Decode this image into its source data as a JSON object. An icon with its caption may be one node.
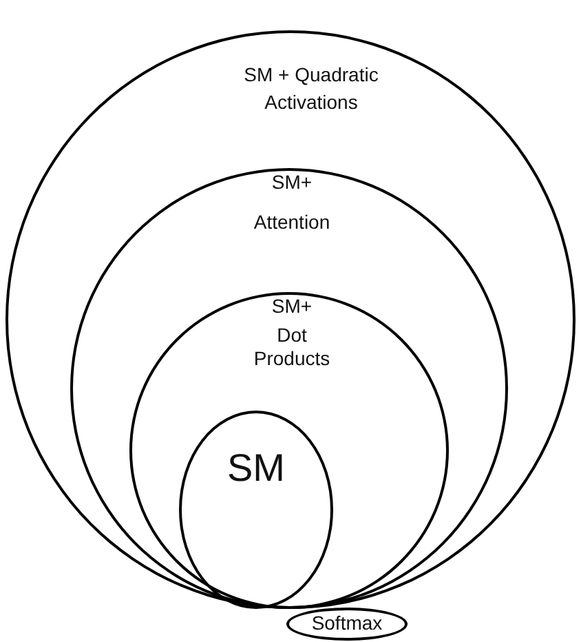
{
  "diagram": {
    "nodes": [
      {
        "text": [
          "SM + Quadratic Activations"
        ]
      },
      {
        "text": [
          "SM+",
          "Attention"
        ],
        "in": 0
      },
      {
        "text": [
          "SM+",
          "Dot Products"
        ],
        "in": 1
      },
      {
        "text": [
          "SM"
        ],
        "in": 2
      },
      {
        "text": [
          "Softmax"
        ]
      }
    ]
  }
}
